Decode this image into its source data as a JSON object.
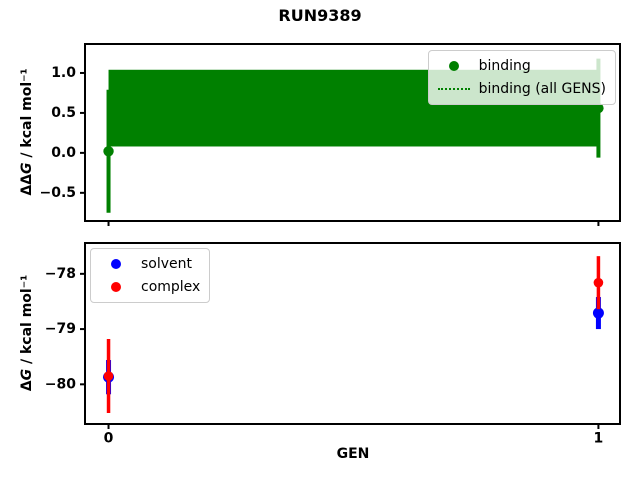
{
  "suptitle": "RUN9389",
  "colors": {
    "binding": "#008000",
    "solvent": "#0000ff",
    "complex": "#ff0000",
    "axes_edge": "#000000",
    "legend_edge": "#cccccc"
  },
  "chart_data": [
    {
      "type": "scatter",
      "title": "",
      "xlabel": "",
      "ylabel": "ΔΔG / kcal mol⁻¹",
      "ylabel_parts": {
        "prefix": "ΔΔ",
        "italic": "G",
        "rest": " / kcal mol⁻¹"
      },
      "xlim": [
        -0.046,
        1.042
      ],
      "ylim": [
        -0.84,
        1.35
      ],
      "grid": false,
      "show_xticklabels": false,
      "xticks": [
        {
          "v": 0,
          "label": "0"
        },
        {
          "v": 1,
          "label": "1"
        }
      ],
      "yticks": [
        {
          "v": -0.5,
          "label": "−0.5"
        },
        {
          "v": 0.0,
          "label": "0.0"
        },
        {
          "v": 0.5,
          "label": "0.5"
        },
        {
          "v": 1.0,
          "label": "1.0"
        }
      ],
      "series": [
        {
          "name": "binding",
          "color": "#008000",
          "x": [
            0,
            1
          ],
          "y": [
            0.02,
            0.56
          ],
          "yerr": [
            0.77,
            0.62
          ]
        }
      ],
      "band": {
        "name": "binding (all GENS)",
        "color": "#008000",
        "center": 0.56,
        "halfwidth": 0.48,
        "x0": 0,
        "x1": 1
      },
      "legend": {
        "position": "upper-right",
        "items": [
          {
            "label": "binding",
            "marker": "dot",
            "color": "#008000"
          },
          {
            "label": "binding (all GENS)",
            "marker": "dotted-line",
            "color": "#008000"
          }
        ]
      }
    },
    {
      "type": "scatter",
      "title": "",
      "xlabel": "GEN",
      "ylabel": "ΔG / kcal mol⁻¹",
      "ylabel_parts": {
        "prefix": "Δ",
        "italic": "G",
        "rest": " / kcal mol⁻¹"
      },
      "xlim": [
        -0.046,
        1.042
      ],
      "ylim": [
        -80.7,
        -77.46
      ],
      "grid": false,
      "show_xticklabels": true,
      "xticks": [
        {
          "v": 0,
          "label": "0"
        },
        {
          "v": 1,
          "label": "1"
        }
      ],
      "yticks": [
        {
          "v": -80,
          "label": "−80"
        },
        {
          "v": -79,
          "label": "−79"
        },
        {
          "v": -78,
          "label": "−78"
        }
      ],
      "series": [
        {
          "name": "solvent",
          "color": "#0000ff",
          "x": [
            0,
            1
          ],
          "y": [
            -79.87,
            -78.71
          ],
          "yerr": [
            0.31,
            0.29
          ]
        },
        {
          "name": "complex",
          "color": "#ff0000",
          "x": [
            0,
            1
          ],
          "y": [
            -79.85,
            -78.16
          ],
          "yerr": [
            0.67,
            0.48
          ]
        }
      ],
      "legend": {
        "position": "upper-left",
        "items": [
          {
            "label": "solvent",
            "marker": "dot",
            "color": "#0000ff"
          },
          {
            "label": "complex",
            "marker": "dot",
            "color": "#ff0000"
          }
        ]
      }
    }
  ]
}
